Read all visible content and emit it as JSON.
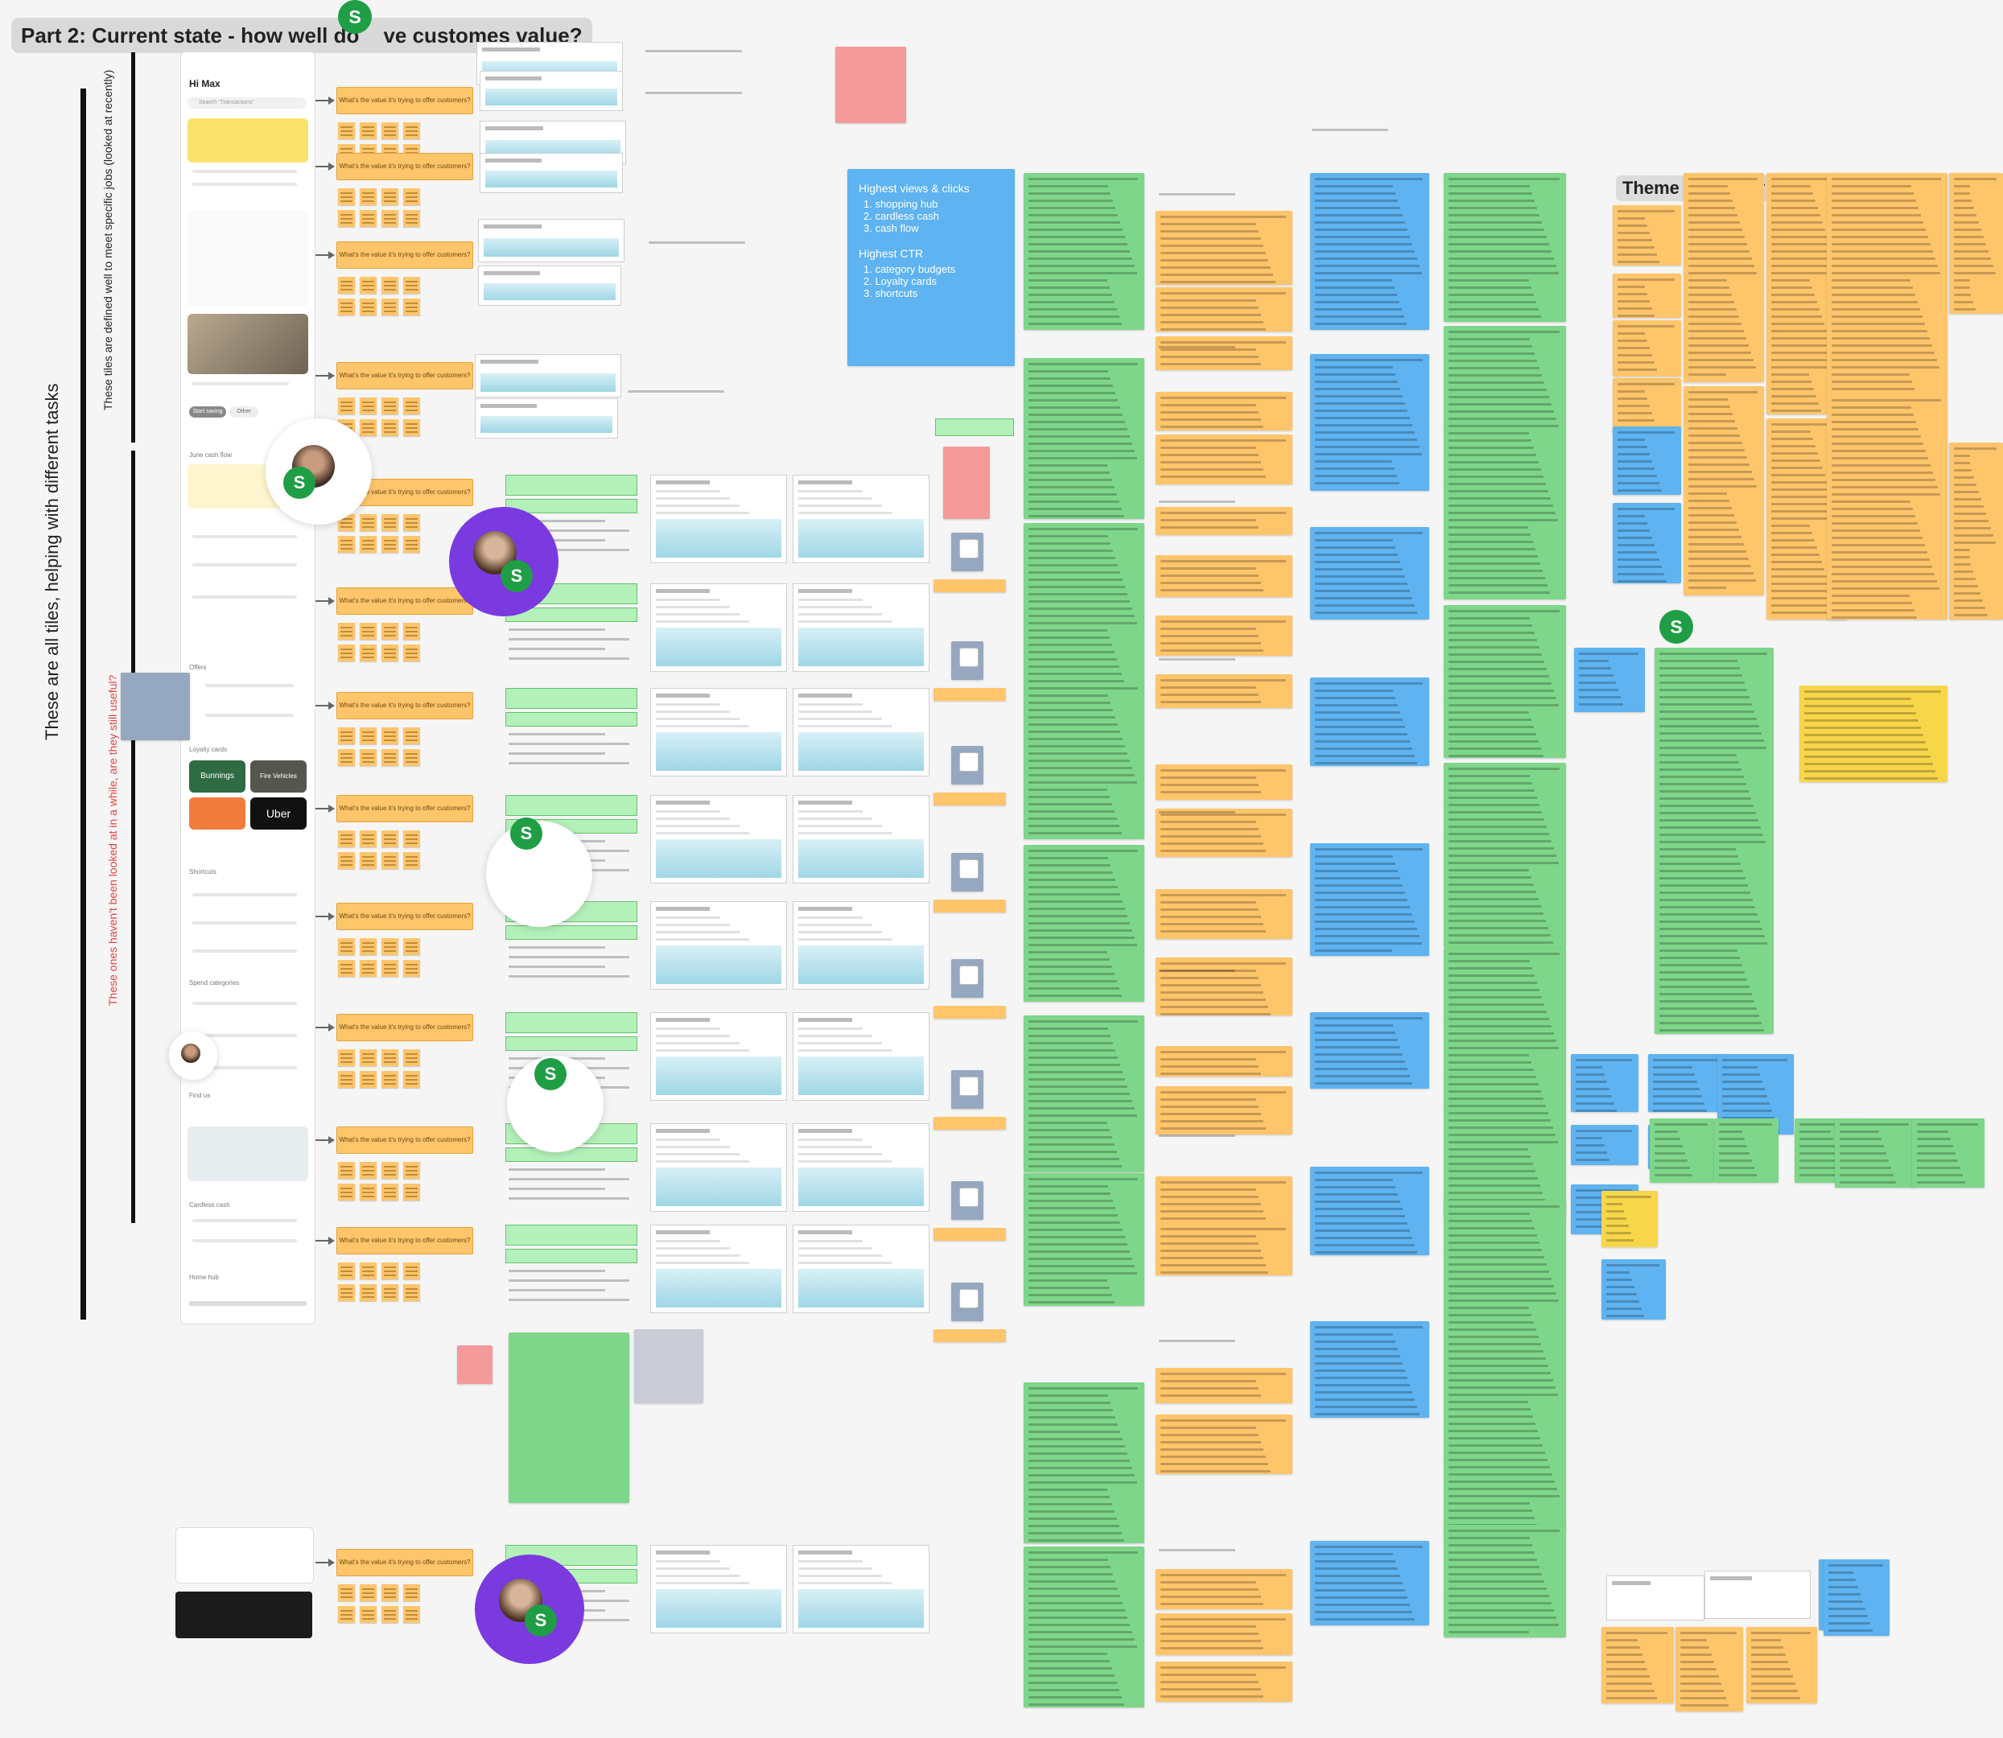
{
  "frame": {
    "title": "Part 2: Current state - how well do     ve customes value?",
    "side_label_main": "These are all tiles, helping with different tasks",
    "side_label_top": "These tiles are defined well to meet specific jobs (looked at recently)",
    "side_label_bottom": "These ones haven't been looked at in a while, are they still useful?"
  },
  "phone": {
    "greeting": "Hi Max",
    "search_placeholder": "Search \"Transactions\"",
    "june_cash_flow": "June cash flow",
    "offers": "Offers",
    "loyalty_cards": "Loyalty cards",
    "shortcuts": "Shortcuts",
    "spend_categories": "Spend categories",
    "find_us": "Find us",
    "cardless_cash": "Cardless cash",
    "home_hub": "Home hub",
    "brand_a": "Bunnings",
    "brand_b": "Uber",
    "brand_c": "Fire Vehicles",
    "btn_a": "Start saving",
    "btn_b": "Other"
  },
  "blue_panel": {
    "heading_a": "Highest views & clicks",
    "list_a": [
      "1. shopping hub",
      "2. cardless cash",
      "3. cash flow"
    ],
    "heading_b": "Highest CTR",
    "list_b": [
      "1. category budgets",
      "2. Loyalty cards",
      "3. shortcuts"
    ]
  },
  "theme_summary": {
    "title": "Theme Summary"
  },
  "small_prompt": "What's the value it's trying to offer customers?",
  "avatars": {
    "badge_letter": "S"
  },
  "colors": {
    "sticky_yellow": "#ffc56b",
    "sticky_green": "#7ed68a",
    "sticky_blue": "#5eb3f0",
    "sticky_pink": "#f59a9a",
    "avatar_purple": "#7a3ae0",
    "badge_green": "#1f9e45"
  }
}
